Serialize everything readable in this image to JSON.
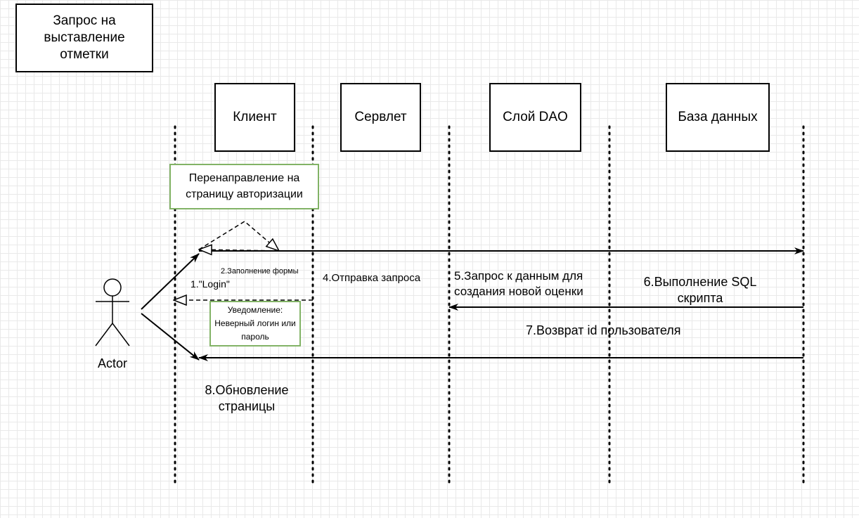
{
  "title_box": {
    "text": "Запрос на\nвыставление\nотметки"
  },
  "lifelines": {
    "client": "Клиент",
    "servlet": "Сервлет",
    "dao": "Слой DAO",
    "db": "База данных"
  },
  "actor": {
    "label": "Actor"
  },
  "notes": {
    "redirect": "Перенаправление на\nстраницу авторизации",
    "error": "Уведомление:\nНеверный логин или\nпароль"
  },
  "messages": {
    "m1": "1.\"Login\"",
    "m2": "2.Заполнение формы",
    "m4": "4.Отправка запроса",
    "m5": "5.Запрос к данным для\nсоздания новой оценки",
    "m6": "6.Выполнение SQL\nскрипта",
    "m7": "7.Возврат id пользователя",
    "m8": "8.Обновление\nстраницы"
  },
  "colors": {
    "note_border": "#82b366",
    "line": "#000000"
  }
}
